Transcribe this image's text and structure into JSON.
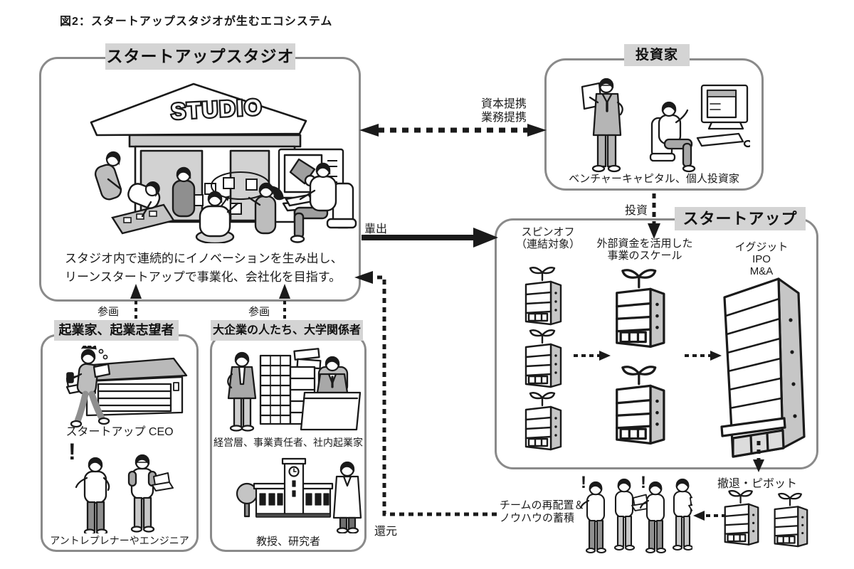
{
  "title": "図2：スタートアップスタジオが生むエコシステム",
  "colors": {
    "header_bg": "#d4d4d4",
    "box_border": "#8a8a8a",
    "ink": "#1a1a1a",
    "fill_gray": "#c6c6c6"
  },
  "studio": {
    "label": "スタートアップスタジオ",
    "sign": "STUDIO",
    "desc1": "スタジオ内で連続的にイノベーションを生み出し、",
    "desc2": "リーンスタートアップで事業化、会社化を目指す。"
  },
  "investors": {
    "label": "投資家",
    "caption": "ベンチャーキャピタル、個人投資家"
  },
  "startup": {
    "label": "スタートアップ",
    "spinoff1": "スピンオフ",
    "spinoff2": "（連結対象）",
    "scale1": "外部資金を活用した",
    "scale2": "事業のスケール",
    "exit1": "イグジット",
    "exit2": "IPO",
    "exit3": "M&A"
  },
  "entrepreneurs": {
    "label": "起業家、起業志望者",
    "caption_ceo": "スタートアップ CEO",
    "caption_eng": "アントレプレナーやエンジニア",
    "excl": "!"
  },
  "corporate": {
    "label": "大企業の人たち、大学関係者",
    "caption_exec": "経営層、事業責任者、社内起業家",
    "caption_prof": "教授、研究者"
  },
  "flows": {
    "alliance1": "資本提携",
    "alliance2": "業務提携",
    "invest": "投資",
    "spawn": "輩出",
    "join_left": "参画",
    "join_right": "参画",
    "withdraw": "撤退・ピボット",
    "redeploy1": "チームの再配置＆",
    "redeploy2": "ノウハウの蓄積",
    "restore": "還元"
  },
  "team": {
    "excl1": "!",
    "excl2": "!"
  }
}
